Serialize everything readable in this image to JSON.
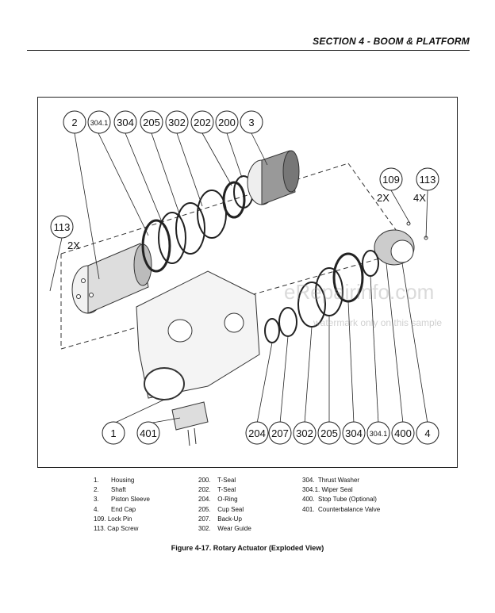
{
  "header": {
    "section_title": "SECTION 4 - BOOM & PLATFORM"
  },
  "callouts_top": [
    "2",
    "304.1",
    "304",
    "205",
    "302",
    "202",
    "200",
    "3"
  ],
  "callouts_bottom": [
    "1",
    "401",
    "204",
    "207",
    "302",
    "205",
    "304",
    "304.1",
    "400",
    "4"
  ],
  "callouts_side": [
    "113",
    "109",
    "113"
  ],
  "multipliers": [
    "2X",
    "2X",
    "4X"
  ],
  "legend": {
    "col1": [
      {
        "num": "1.",
        "text": "Housing"
      },
      {
        "num": "2.",
        "text": "Shaft"
      },
      {
        "num": "3.",
        "text": "Piston Sleeve"
      },
      {
        "num": "4.",
        "text": "End Cap"
      },
      {
        "num": "109.",
        "text": "Lock Pin"
      },
      {
        "num": "113.",
        "text": "Cap Screw"
      }
    ],
    "col2": [
      {
        "num": "200.",
        "text": "T-Seal"
      },
      {
        "num": "202.",
        "text": "T-Seal"
      },
      {
        "num": "204.",
        "text": "O-Ring"
      },
      {
        "num": "205.",
        "text": "Cup Seal"
      },
      {
        "num": "207.",
        "text": "Back-Up"
      },
      {
        "num": "302.",
        "text": "Wear Guide"
      }
    ],
    "col3": [
      {
        "num": "304.",
        "text": "Thrust Washer"
      },
      {
        "num": "304.1.",
        "text": "Wiper Seal"
      },
      {
        "num": "400.",
        "text": "Stop Tube (Optional)"
      },
      {
        "num": "401.",
        "text": "Counterbalance Valve"
      }
    ]
  },
  "caption": "Figure 4-17.  Rotary Actuator (Exploded View)",
  "watermark": {
    "line1": "eRepairinfo.com",
    "line2": "watermark only on this sample"
  }
}
